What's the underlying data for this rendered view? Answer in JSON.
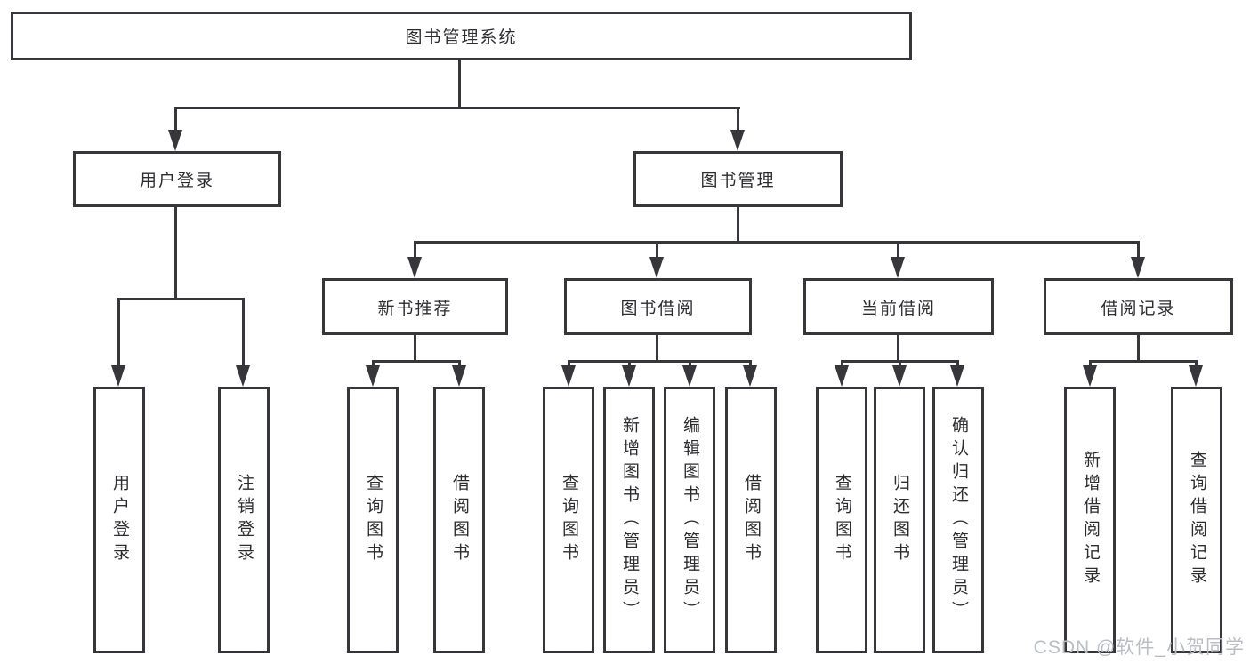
{
  "tree": {
    "root": "图书管理系统",
    "children": [
      {
        "label": "用户登录",
        "children": [
          "用户登录",
          "注销登录"
        ]
      },
      {
        "label": "图书管理",
        "children": [
          {
            "label": "新书推荐",
            "children": [
              "查询图书",
              "借阅图书"
            ]
          },
          {
            "label": "图书借阅",
            "children": [
              "查询图书",
              "新增图书（管理员）",
              "编辑图书（管理员）",
              "借阅图书"
            ]
          },
          {
            "label": "当前借阅",
            "children": [
              "查询图书",
              "归还图书",
              "确认归还（管理员）"
            ]
          },
          {
            "label": "借阅记录",
            "children": [
              "新增借阅记录",
              "查询借阅记录"
            ]
          }
        ]
      }
    ]
  },
  "watermark": {
    "text": "CSDN @软件_小贺同学"
  },
  "colors": {
    "line": "#36363b",
    "box_border": "#36363b",
    "text": "#2d2d30",
    "watermark": "#b9bdc4",
    "background": "#ffffff"
  }
}
